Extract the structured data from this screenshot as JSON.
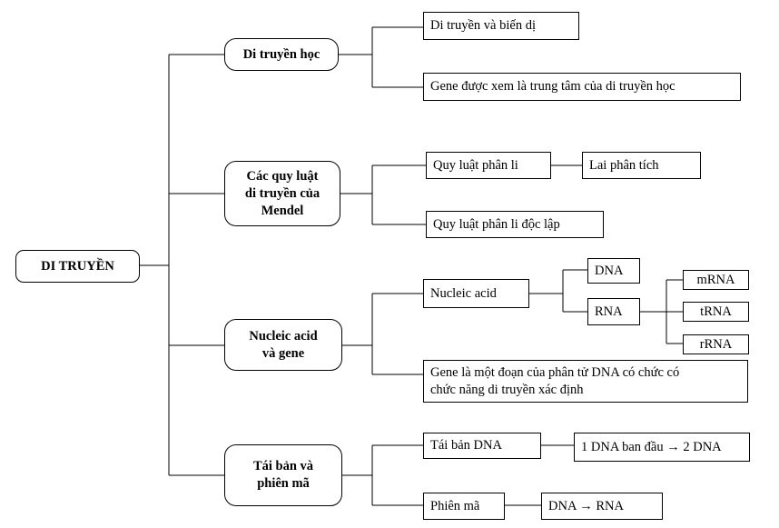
{
  "root": "DI TRUYỀN",
  "branches": {
    "b1": "Di truyền học",
    "b2": "Các quy luật\ndi truyền của\nMendel",
    "b3": "Nucleic acid\nvà gene",
    "b4": "Tái bản và\nphiên mã"
  },
  "nodes": {
    "di_truyen_bien_di": "Di truyền và biến dị",
    "gene_trung_tam": "Gene được xem là trung tâm của di truyền học",
    "quy_luat_phan_li": "Quy luật phân li",
    "lai_phan_tich": "Lai phân tích",
    "quy_luat_phan_li_doc_lap": "Quy luật phân li độc lập",
    "nucleic_acid": "Nucleic acid",
    "dna": "DNA",
    "rna": "RNA",
    "mrna": "mRNA",
    "trna": "tRNA",
    "rrna": "rRNA",
    "gene_doan": "Gene là một đoạn của phân tử DNA có chức có\nchức năng di truyền xác định",
    "tai_ban_dna": "Tái bản DNA",
    "tai_ban_result": "1 DNA ban đầu → 2 DNA",
    "phien_ma": "Phiên mã",
    "phien_ma_result": "DNA → RNA"
  }
}
